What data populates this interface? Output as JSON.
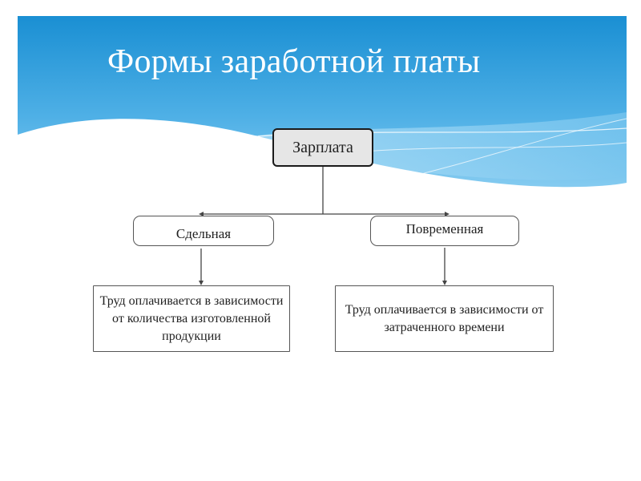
{
  "slide": {
    "title": "Формы заработной платы"
  },
  "diagram": {
    "root": {
      "label": "Зарплата"
    },
    "branches": [
      {
        "label": "Сдельная",
        "description": "Труд оплачивается в зависимости от количества изготовленной продукции"
      },
      {
        "label": "Повременная",
        "description": "Труд оплачивается в зависимости от затраченного времени"
      }
    ]
  },
  "colors": {
    "sky_top": "#1a8fd3",
    "sky_bottom": "#8fd0f2",
    "root_fill": "#e6e6e6",
    "line": "#444444"
  }
}
